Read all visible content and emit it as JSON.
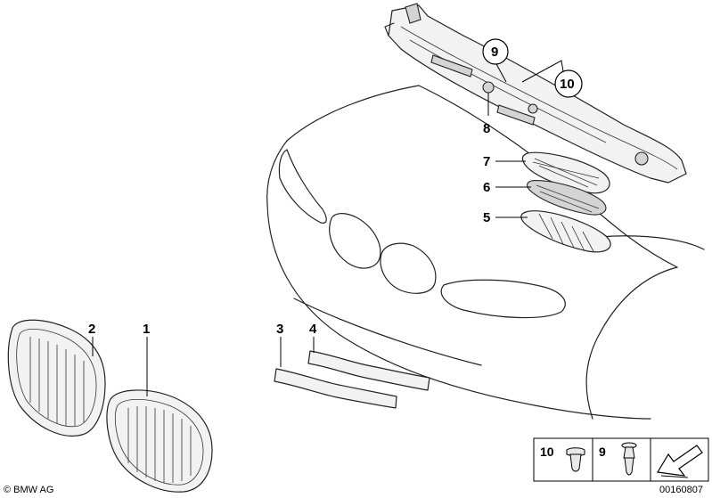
{
  "diagram": {
    "callouts": {
      "c1": "1",
      "c2": "2",
      "c3": "3",
      "c4": "4",
      "c5": "5",
      "c6": "6",
      "c7": "7",
      "c8": "8",
      "c9": "9",
      "c10": "10"
    },
    "legend": {
      "item_10": "10",
      "item_9": "9"
    },
    "copyright": "© BMW AG",
    "diagram_number": "00160807"
  }
}
